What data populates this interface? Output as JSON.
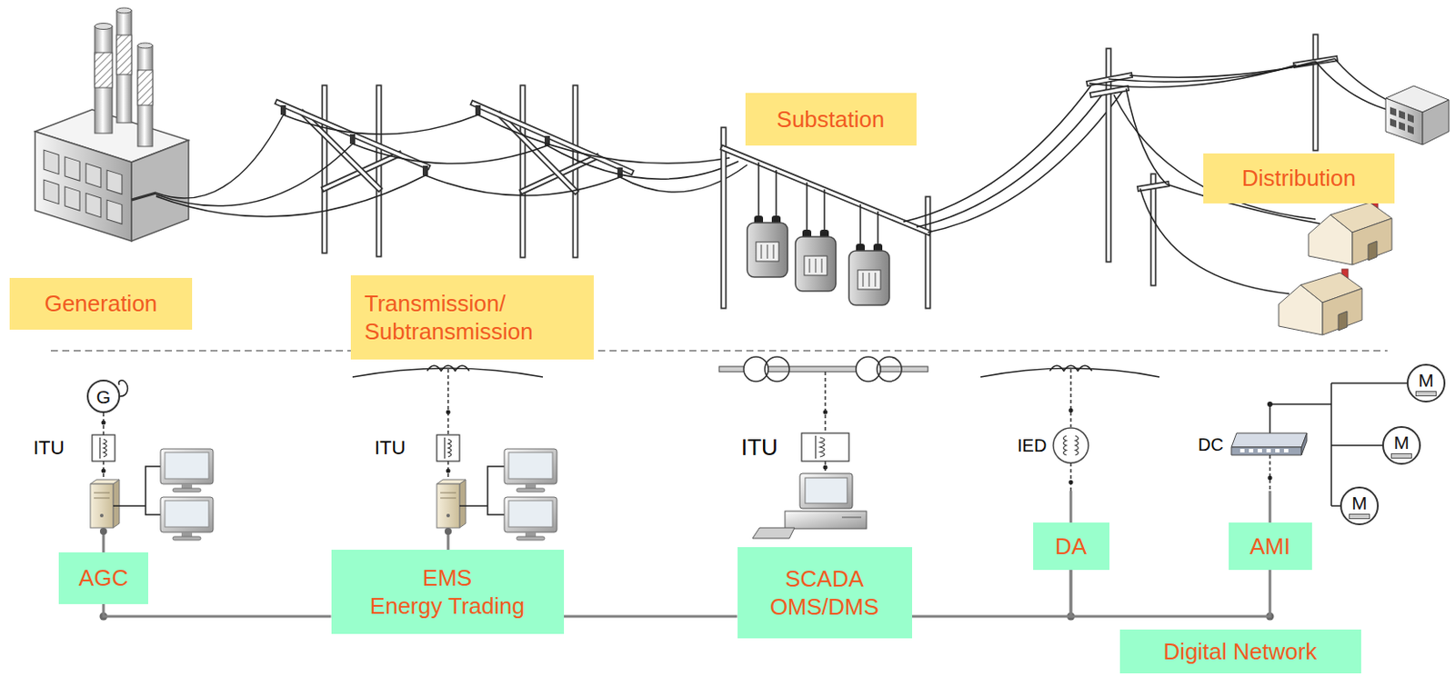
{
  "diagram": {
    "nodes": [
      {
        "text": [
          "Generation"
        ]
      },
      {
        "text": [
          "Transmission/ Subtransmission"
        ]
      },
      {
        "text": [
          "Substation"
        ]
      },
      {
        "text": [
          "Distribution"
        ]
      },
      {
        "text": [
          "G"
        ]
      },
      {
        "text": [
          "M"
        ]
      },
      {
        "text": [
          "M"
        ]
      },
      {
        "text": [
          "M"
        ]
      },
      {
        "text": [
          "AGC"
        ]
      },
      {
        "text": [
          "EMS Energy Trading"
        ]
      },
      {
        "text": [
          "SCADA OMS/DMS"
        ]
      },
      {
        "text": [
          "DA"
        ]
      },
      {
        "text": [
          "AMI"
        ]
      },
      {
        "text": [
          "Digital Network"
        ]
      }
    ],
    "edges": [
      {
        "from": 8,
        "to": 9,
        "arrow": "none"
      },
      {
        "from": 9,
        "to": 10,
        "arrow": "none"
      },
      {
        "from": 10,
        "to": 11,
        "arrow": "none"
      },
      {
        "from": 11,
        "to": 12,
        "arrow": "none"
      }
    ],
    "labels": [
      "ITU",
      "ITU",
      "ITU",
      "IED",
      "DC"
    ]
  }
}
